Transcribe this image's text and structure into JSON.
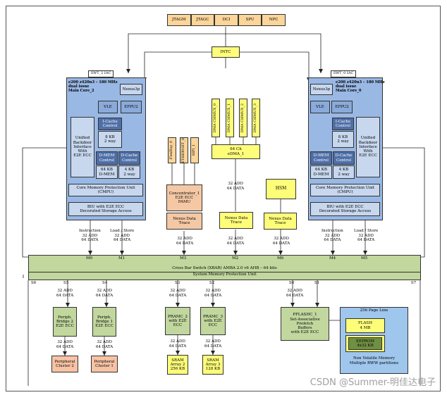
{
  "top_jtag": [
    "JTAGM",
    "JTAGC",
    "DCI",
    "SPU",
    "NPC"
  ],
  "intc": "INTC",
  "core2": {
    "swt": "SWT_2 IAC",
    "title": [
      "e200 z420n3 – 180 MHz",
      "dual issue",
      "Main Core_2"
    ],
    "nexus": "Nexus3p",
    "vle": "VLE",
    "efpu": "EFPU2",
    "biu_text": [
      "Unified",
      "Backdoor",
      "Interface",
      "With",
      "E2E ECC"
    ],
    "icache": [
      "I-Cache",
      "Control"
    ],
    "icache_size": [
      "8 KB",
      "2 way"
    ],
    "dmem": [
      "D-MEM",
      "Control"
    ],
    "dcache": [
      "D-Cache",
      "Control"
    ],
    "dmem_size": [
      "64 KB",
      "D-MEM"
    ],
    "dcache_size": [
      "4 KB",
      "2 way"
    ],
    "cmpu": [
      "Core Memory Protection Unit",
      "(CMPU)"
    ],
    "biu": [
      "BIU with E2E ECC",
      "Decorated Storage Access"
    ]
  },
  "core0": {
    "swt": "SWT_0 IAC",
    "title": [
      "e200 z420n3 – 180 MHz",
      "dual issue",
      "Main Core_0"
    ],
    "nexus": "Nexus3p",
    "vle": "VLE",
    "efpu": "EFPU2",
    "biu_text": [
      "Unified",
      "Backdoor",
      "Interface",
      "With",
      "E2E ECC"
    ],
    "icache": [
      "I-Cache",
      "Control"
    ],
    "icache_size": [
      "8 KB",
      "2 way"
    ],
    "dmem": [
      "D-MEM",
      "Control"
    ],
    "dcache": [
      "D-Cache",
      "Control"
    ],
    "dmem_size": [
      "64 KB",
      "D-MEM"
    ],
    "dcache_size": [
      "4 KB",
      "2 way"
    ],
    "cmpu": [
      "Core Memory Protection Unit",
      "(CMPU)"
    ],
    "biu": [
      "BIU with E2E ECC",
      "Decorated Storage Access"
    ]
  },
  "bus_labels": {
    "instruction": [
      "Instruction",
      "32 ADD",
      "64 DATA"
    ],
    "loadstore": [
      "Load / Store",
      "32 ADD",
      "64 DATA"
    ],
    "add_data": [
      "32 ADD",
      "64 DATA"
    ]
  },
  "periph_vert": [
    "FlexRay_0",
    "ETHERNET_0",
    "SIPI_1"
  ],
  "concentrator": [
    "Concentrator_1",
    "E2E ECC",
    "PAMU"
  ],
  "nexus_trace": [
    "Nexus Data",
    "Trace"
  ],
  "dma_channels": [
    "DMA CHMUX_0",
    "DMA CHMUX_1",
    "DMA CHMUX_2",
    "DMA CHMUX_3"
  ],
  "edma": [
    "64 Ch",
    "eDMA_1"
  ],
  "hsm": "HSM",
  "master_ports": [
    "M0",
    "M1",
    "M3",
    "M2",
    "M6",
    "M4",
    "M5"
  ],
  "xbar": "Cross Bar Switch (XBAR) AMBA 2.0 v6 AHB – 64 bits",
  "smpu": "System Memory Protection Unit",
  "slave_ports": [
    "S6",
    "S5",
    "S4",
    "S3",
    "S2",
    "S0",
    "S1",
    "S7"
  ],
  "bridge2": [
    "Periph.",
    "Bridge 2",
    "E2E ECC"
  ],
  "bridge1": [
    "Periph.",
    "Bridge 1",
    "E2E ECC"
  ],
  "cluster2": [
    "Peripheral",
    "Cluster 2"
  ],
  "cluster1": [
    "Peripheral",
    "Cluster 1"
  ],
  "pramc2": [
    "PRAMC_2",
    "with E2E",
    "ECC"
  ],
  "pramc3": [
    "PRAMC_3",
    "with E2E",
    "ECC"
  ],
  "sram2": [
    "SRAM",
    "Array 2",
    "256 KB"
  ],
  "sram3": [
    "SRAM",
    "Array 3",
    "128 KB"
  ],
  "pflash": [
    "PFLASHC_1",
    "Set-Associative Prefetch",
    "Buffers",
    "with E2E ECC"
  ],
  "flash_area": {
    "title": "256 Page Line",
    "flash": [
      "FLASH",
      "4 MB"
    ],
    "eeprom": [
      "EEPROM",
      "4x32 KB"
    ],
    "note": [
      "Non Volatile Memory",
      "Multiple RWW partitions"
    ]
  },
  "watermark": "CSDN @Summer-明佳达电子"
}
